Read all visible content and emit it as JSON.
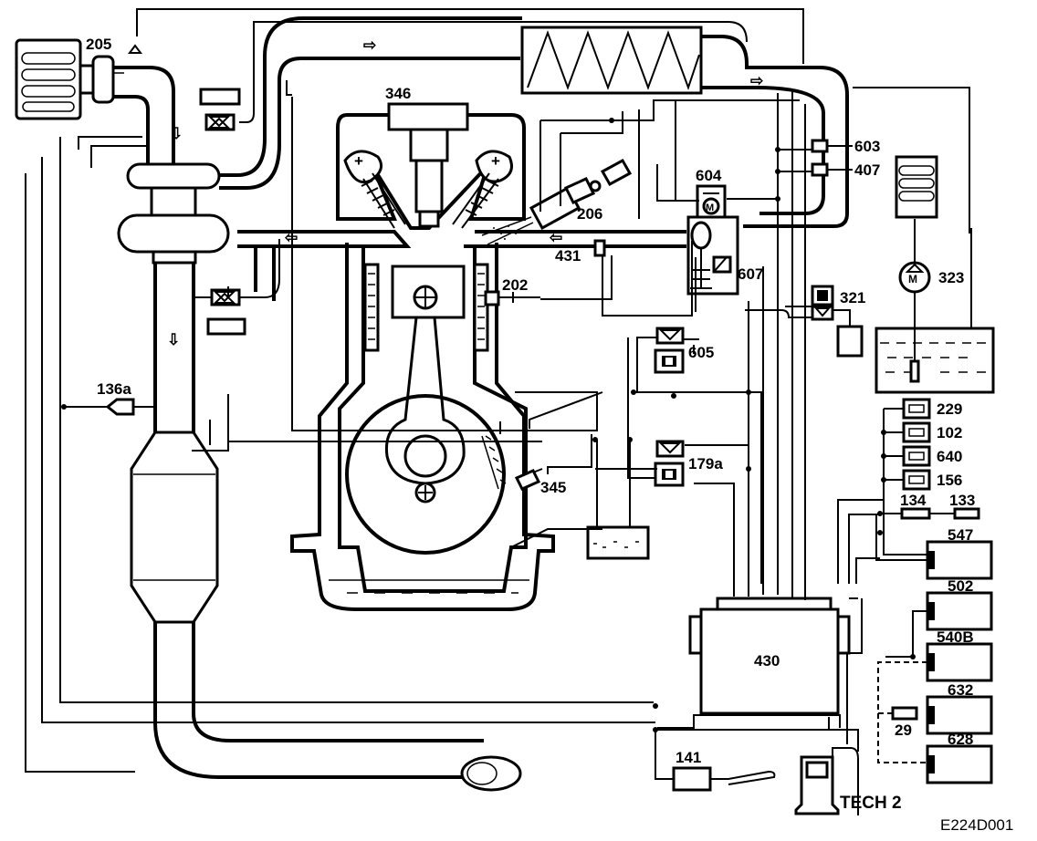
{
  "diagram": {
    "labels": {
      "c205": "205",
      "c346": "346",
      "c603": "603",
      "c407": "407",
      "c604": "604",
      "c206": "206",
      "c431": "431",
      "c607": "607",
      "c202": "202",
      "c321": "321",
      "c323": "323",
      "c605": "605",
      "c136a": "136a",
      "c229": "229",
      "c102": "102",
      "c640": "640",
      "c156": "156",
      "c179a": "179a",
      "c345": "345",
      "c134": "134",
      "c133": "133",
      "c547": "547",
      "c502": "502",
      "c540b": "540B",
      "c430": "430",
      "c632": "632",
      "c29": "29",
      "c628": "628",
      "c141": "141",
      "tech2": "TECH 2"
    },
    "reference": "E224D001"
  }
}
